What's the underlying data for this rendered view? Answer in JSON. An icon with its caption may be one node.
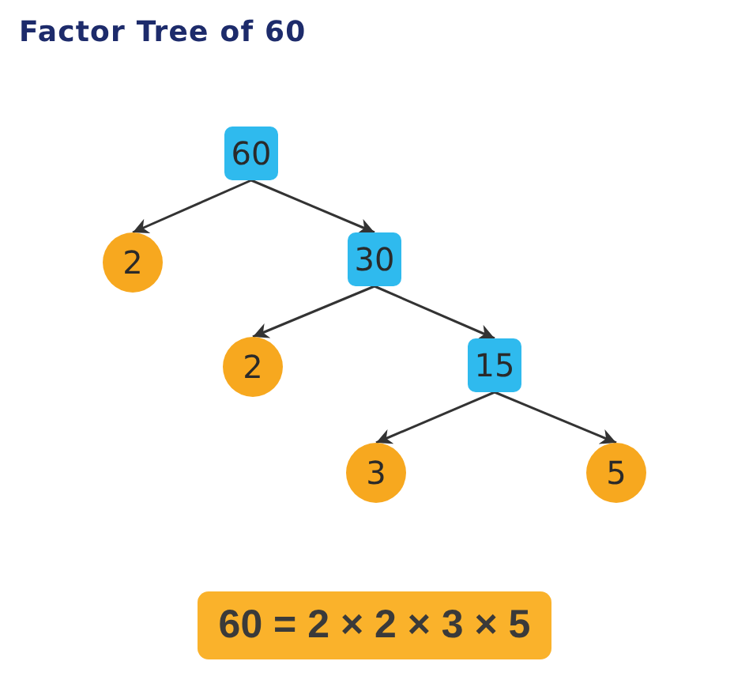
{
  "diagram": {
    "title": "Factor Tree of 60",
    "nodes": [
      {
        "text": [
          "60"
        ]
      },
      {
        "text": [
          "2"
        ]
      },
      {
        "text": [
          "30"
        ]
      },
      {
        "text": [
          "2"
        ]
      },
      {
        "text": [
          "15"
        ]
      },
      {
        "text": [
          "3"
        ]
      },
      {
        "text": [
          "5"
        ]
      },
      {
        "text": [
          "60 = 2 × 2 × 3 × 5"
        ]
      }
    ],
    "edges": [
      {
        "from": 0,
        "to": 1,
        "arrow": "to"
      },
      {
        "from": 0,
        "to": 2,
        "arrow": "to"
      },
      {
        "from": 2,
        "to": 3,
        "arrow": "to"
      },
      {
        "from": 2,
        "to": 4,
        "arrow": "to"
      },
      {
        "from": 4,
        "to": 5,
        "arrow": "to"
      },
      {
        "from": 4,
        "to": 6,
        "arrow": "to"
      }
    ]
  }
}
